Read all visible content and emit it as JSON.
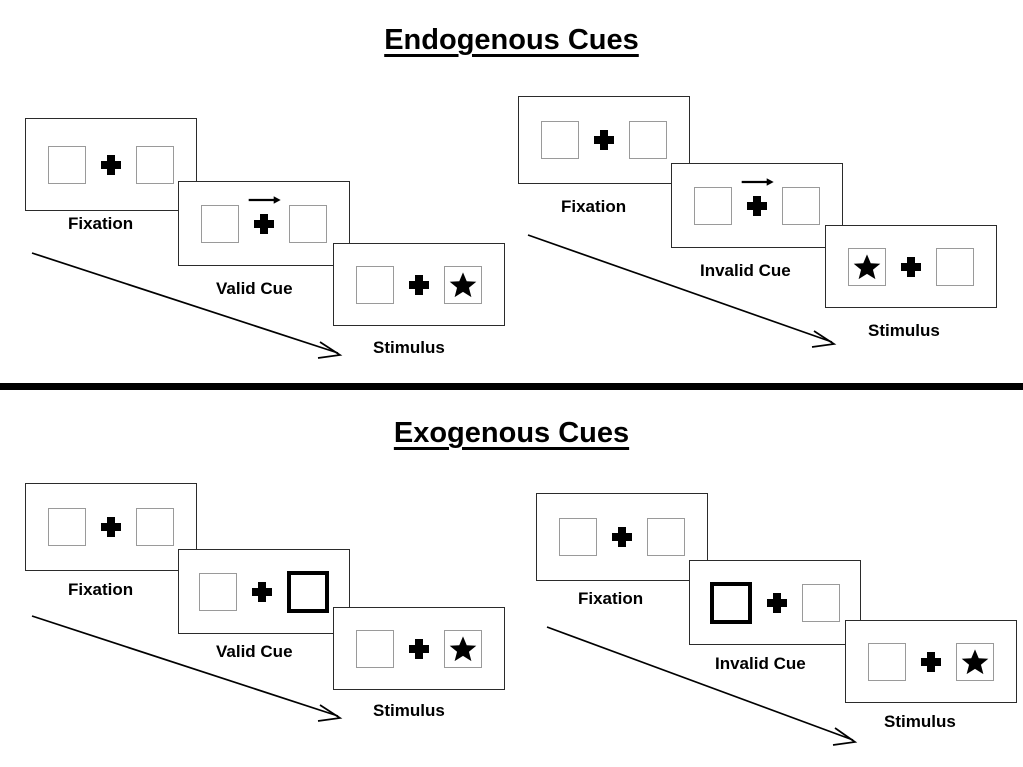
{
  "sections": [
    {
      "id": "endogenous",
      "title": "Endogenous Cues",
      "cue_type": "arrow-cue",
      "conditions": [
        {
          "id": "endogenous-valid",
          "validity": "valid",
          "frames": [
            {
              "label": "Fixation",
              "cue_side": "none",
              "cue_kind": "none",
              "target_side": "none"
            },
            {
              "label": "Valid Cue",
              "cue_side": "right",
              "cue_kind": "arrow-right",
              "target_side": "none"
            },
            {
              "label": "Stimulus",
              "cue_side": "none",
              "cue_kind": "none",
              "target_side": "right"
            }
          ]
        },
        {
          "id": "endogenous-invalid",
          "validity": "invalid",
          "frames": [
            {
              "label": "Fixation",
              "cue_side": "none",
              "cue_kind": "none",
              "target_side": "none"
            },
            {
              "label": "Invalid Cue",
              "cue_side": "right",
              "cue_kind": "arrow-right",
              "target_side": "none"
            },
            {
              "label": "Stimulus",
              "cue_side": "none",
              "cue_kind": "none",
              "target_side": "left"
            }
          ]
        }
      ]
    },
    {
      "id": "exogenous",
      "title": "Exogenous Cues",
      "cue_type": "box-flash-cue",
      "conditions": [
        {
          "id": "exogenous-valid",
          "validity": "valid",
          "frames": [
            {
              "label": "Fixation",
              "cue_side": "none",
              "cue_kind": "none",
              "target_side": "none"
            },
            {
              "label": "Valid Cue",
              "cue_side": "right",
              "cue_kind": "bold-box",
              "target_side": "none"
            },
            {
              "label": "Stimulus",
              "cue_side": "none",
              "cue_kind": "none",
              "target_side": "right"
            }
          ]
        },
        {
          "id": "exogenous-invalid",
          "validity": "invalid",
          "frames": [
            {
              "label": "Fixation",
              "cue_side": "none",
              "cue_kind": "none",
              "target_side": "none"
            },
            {
              "label": "Invalid Cue",
              "cue_side": "left",
              "cue_kind": "bold-box",
              "target_side": "none"
            },
            {
              "label": "Stimulus",
              "cue_side": "none",
              "cue_kind": "none",
              "target_side": "right"
            }
          ]
        }
      ]
    }
  ],
  "labels": {
    "endo_valid_f1": "Fixation",
    "endo_valid_f2": "Valid Cue",
    "endo_valid_f3": "Stimulus",
    "endo_invalid_f1": "Fixation",
    "endo_invalid_f2": "Invalid Cue",
    "endo_invalid_f3": "Stimulus",
    "exo_valid_f1": "Fixation",
    "exo_valid_f2": "Valid Cue",
    "exo_valid_f3": "Stimulus",
    "exo_invalid_f1": "Fixation",
    "exo_invalid_f2": "Invalid Cue",
    "exo_invalid_f3": "Stimulus"
  },
  "titles": {
    "endogenous": "Endogenous Cues",
    "exogenous": "Exogenous Cues"
  },
  "colors": {
    "ink": "#000000",
    "panel_border": "#2b2b2b",
    "placeholder_border": "#9a9a9a",
    "cue_border": "#000000",
    "background": "#ffffff",
    "divider": "#000000"
  },
  "time_arrows": {
    "count": 4,
    "direction": "down-right",
    "meaning": "time"
  }
}
